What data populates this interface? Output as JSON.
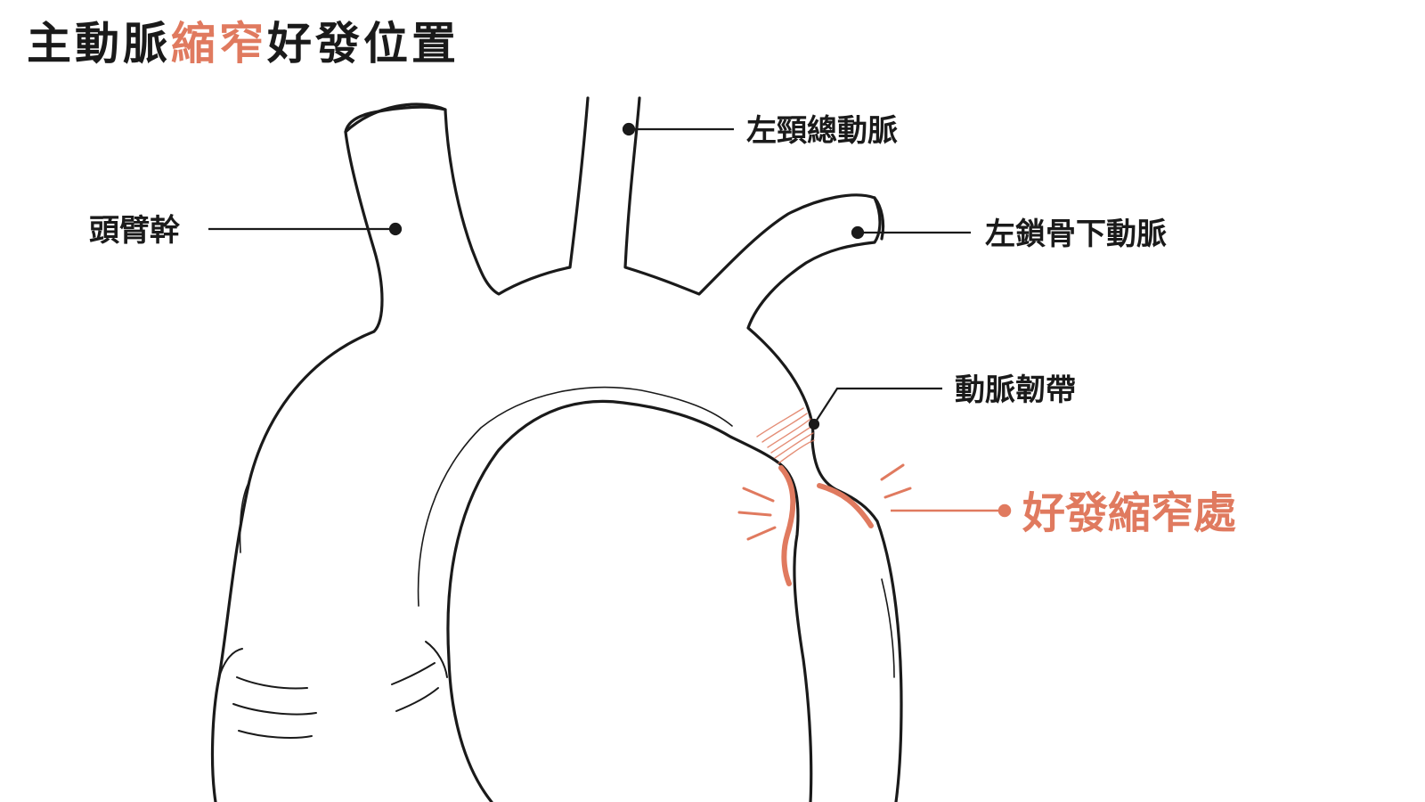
{
  "title": {
    "part1": "主動脈",
    "part2": "縮窄",
    "part3": "好發位置"
  },
  "labels": {
    "brachiocephalic": "頭臂幹",
    "left_common_carotid": "左頸總動脈",
    "left_subclavian": "左鎖骨下動脈",
    "ligamentum_arteriosum": "動脈韌帶",
    "coarctation_site": "好發縮窄處"
  },
  "colors": {
    "accent": "#e07a5f",
    "line": "#1a1a1a"
  }
}
